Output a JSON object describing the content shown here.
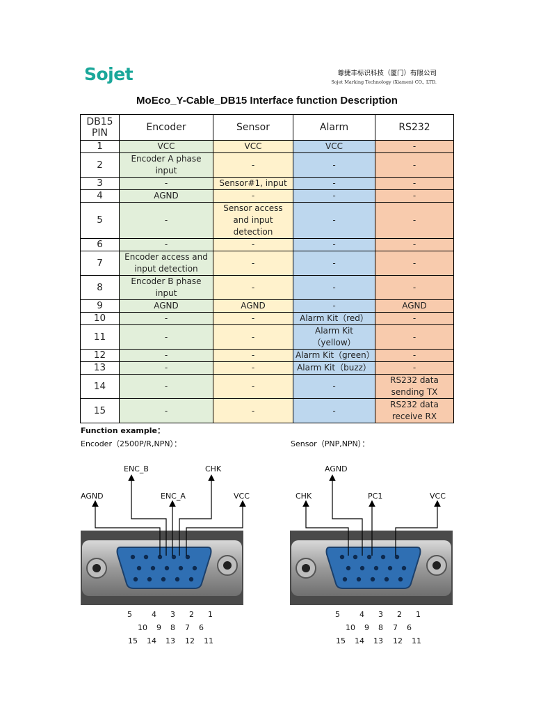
{
  "header": {
    "logo_text": "Sojet",
    "company_cn": "尊捷丰标识科技（厦门）有限公司",
    "company_en": "Sojet Marking Technology (Xiamen) CO., LTD."
  },
  "title": "MoEco_Y-Cable_DB15 Interface function Description",
  "table": {
    "headers": [
      "DB15 PIN",
      "Encoder",
      "Sensor",
      "Alarm",
      "RS232"
    ],
    "rows": [
      {
        "pin": "1",
        "encoder": "VCC",
        "sensor": "VCC",
        "alarm": "VCC",
        "rs232": "-"
      },
      {
        "pin": "2",
        "encoder": "Encoder A phase input",
        "sensor": "-",
        "alarm": "-",
        "rs232": "-"
      },
      {
        "pin": "3",
        "encoder": "-",
        "sensor": "Sensor#1, input",
        "alarm": "-",
        "rs232": "-"
      },
      {
        "pin": "4",
        "encoder": "AGND",
        "sensor": "-",
        "alarm": "-",
        "rs232": "-"
      },
      {
        "pin": "5",
        "encoder": "-",
        "sensor": "Sensor access and input detection",
        "alarm": "-",
        "rs232": "-"
      },
      {
        "pin": "6",
        "encoder": "-",
        "sensor": "-",
        "alarm": "-",
        "rs232": "-"
      },
      {
        "pin": "7",
        "encoder": "Encoder access and input detection",
        "sensor": "-",
        "alarm": "-",
        "rs232": "-"
      },
      {
        "pin": "8",
        "encoder": "Encoder B phase input",
        "sensor": "-",
        "alarm": "-",
        "rs232": "-"
      },
      {
        "pin": "9",
        "encoder": "AGND",
        "sensor": "AGND",
        "alarm": "-",
        "rs232": "AGND"
      },
      {
        "pin": "10",
        "encoder": "-",
        "sensor": "-",
        "alarm": "Alarm Kit（red）",
        "rs232": "-"
      },
      {
        "pin": "11",
        "encoder": "-",
        "sensor": "-",
        "alarm": "Alarm Kit（yellow）",
        "rs232": "-"
      },
      {
        "pin": "12",
        "encoder": "-",
        "sensor": "-",
        "alarm": "Alarm Kit（green）",
        "rs232": "-"
      },
      {
        "pin": "13",
        "encoder": "-",
        "sensor": "-",
        "alarm": "Alarm Kit（buzz）",
        "rs232": "-"
      },
      {
        "pin": "14",
        "encoder": "-",
        "sensor": "-",
        "alarm": "-",
        "rs232": "RS232 data sending TX"
      },
      {
        "pin": "15",
        "encoder": "-",
        "sensor": "-",
        "alarm": "-",
        "rs232": "RS232 data receive RX"
      }
    ]
  },
  "function_example": {
    "label": "Function example：",
    "encoder_title": "Encoder（2500P/R,NPN）：",
    "sensor_title": "Sensor（PNP,NPN）：",
    "encoder_signals": {
      "agnd": "AGND",
      "enc_b": "ENC_B",
      "enc_a": "ENC_A",
      "chk": "CHK",
      "vcc": "VCC"
    },
    "sensor_signals": {
      "chk": "CHK",
      "agnd": "AGND",
      "pc1": "PC1",
      "vcc": "VCC"
    },
    "pin_rows": [
      [
        "5",
        "4",
        "3",
        "2",
        "1"
      ],
      [
        "10",
        "9",
        "8",
        "7",
        "6"
      ],
      [
        "15",
        "14",
        "13",
        "12",
        "11"
      ]
    ]
  },
  "colors": {
    "encoder": "#e2efda",
    "sensor": "#fff2cc",
    "alarm": "#bdd7ee",
    "rs232": "#f8cbad",
    "logo": "#1aa79a",
    "connector_blue": "#2f6fb3"
  }
}
